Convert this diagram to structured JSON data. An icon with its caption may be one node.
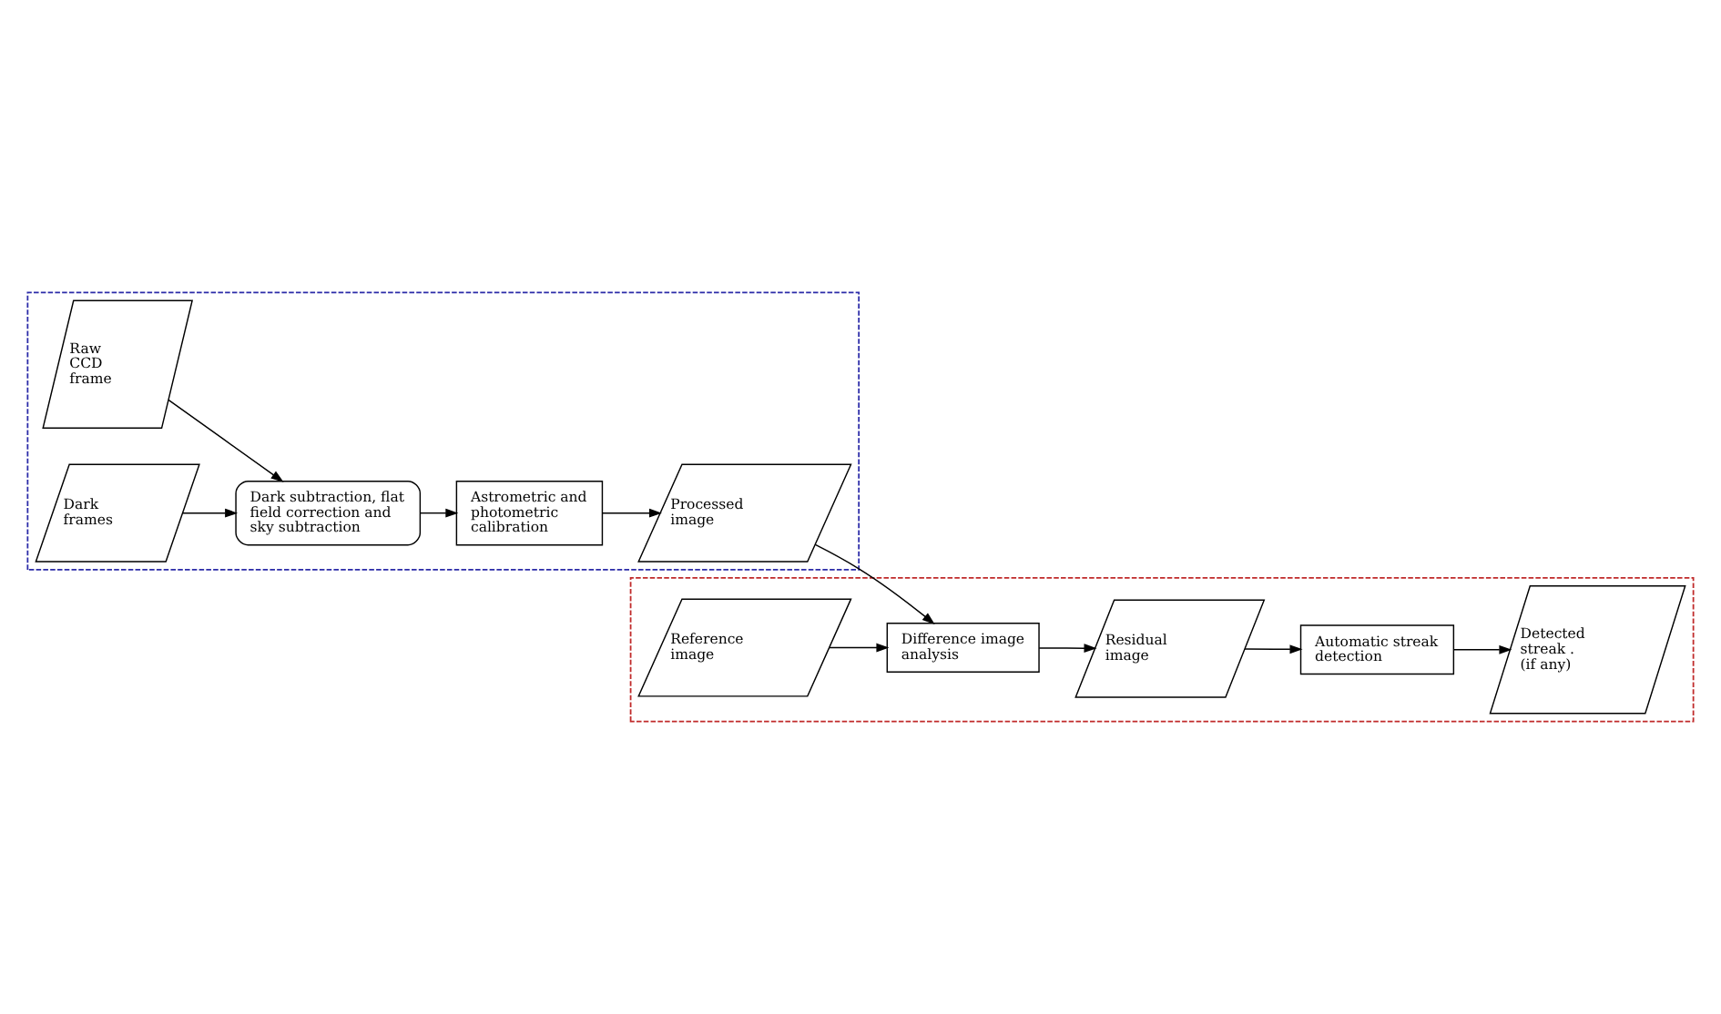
{
  "diagram": {
    "nodes": [
      {
        "text": [],
        "shape": "box"
      },
      {
        "text": [
          "Raw CCD frame"
        ],
        "in": 0
      },
      {
        "text": [
          "Dark frames"
        ],
        "in": 0
      },
      {
        "text": [
          "Dark subtraction, flat field correction and sky subtraction"
        ],
        "in": 0
      },
      {
        "text": [
          "Astrometric and photometric calibration"
        ],
        "in": 0
      },
      {
        "text": [
          "Processed image"
        ],
        "in": 0
      },
      {
        "text": [],
        "shape": "box"
      },
      {
        "text": [
          "Difference image analysis"
        ],
        "in": 6
      },
      {
        "text": [
          "Reference image"
        ],
        "in": 6
      },
      {
        "text": [
          "Residual image"
        ],
        "in": 6
      },
      {
        "text": [
          "Automatic streak detection"
        ],
        "in": 6
      },
      {
        "text": [
          "Detected streak . (if any)"
        ],
        "in": 6
      }
    ],
    "edges": [
      {
        "from": 1,
        "to": 3,
        "arrow": "to"
      },
      {
        "from": 2,
        "to": 3,
        "arrow": "to"
      },
      {
        "from": 3,
        "to": 4,
        "arrow": "to"
      },
      {
        "from": 4,
        "to": 5,
        "arrow": "to"
      },
      {
        "from": 5,
        "to": 7,
        "arrow": "to"
      },
      {
        "from": 8,
        "to": 7,
        "arrow": "to"
      },
      {
        "from": 7,
        "to": 9,
        "arrow": "to"
      },
      {
        "from": 9,
        "to": 10,
        "arrow": "to"
      },
      {
        "from": 10,
        "to": 11,
        "arrow": "to"
      }
    ]
  }
}
